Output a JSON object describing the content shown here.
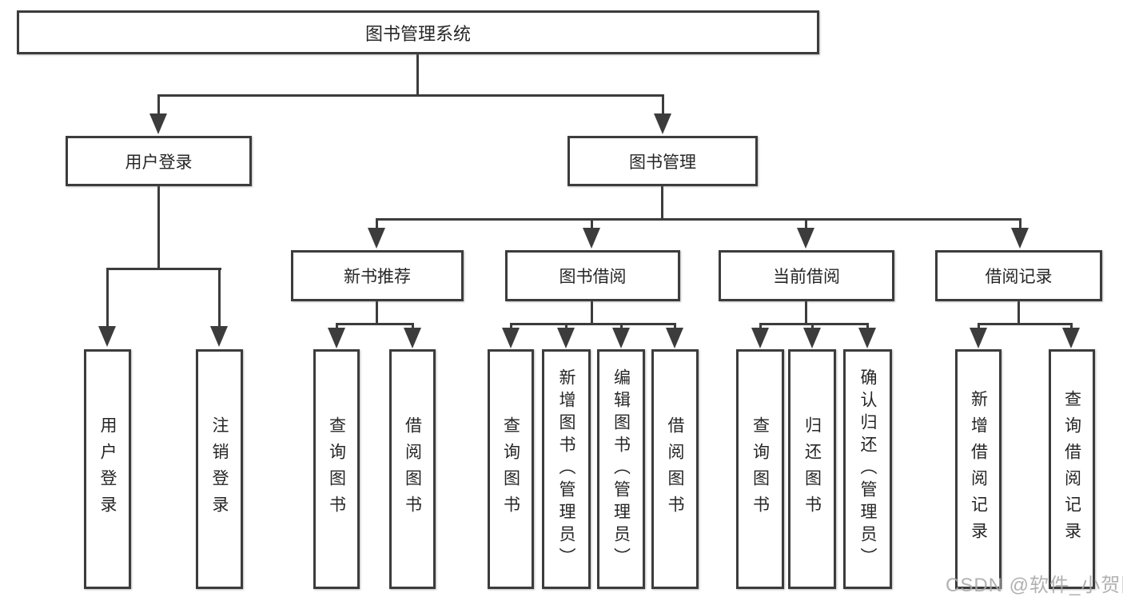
{
  "diagram": {
    "title_node": "图书管理系统",
    "level2": [
      {
        "label": "用户登录"
      },
      {
        "label": "图书管理"
      }
    ],
    "level3": [
      {
        "label": "新书推荐"
      },
      {
        "label": "图书借阅"
      },
      {
        "label": "当前借阅"
      },
      {
        "label": "借阅记录"
      }
    ],
    "leaves": [
      {
        "label": "用户登录"
      },
      {
        "label": "注销登录"
      },
      {
        "label": "查询图书"
      },
      {
        "label": "借阅图书"
      },
      {
        "label": "查询图书"
      },
      {
        "label": "新增图书（管理员）"
      },
      {
        "label": "编辑图书（管理员）"
      },
      {
        "label": "借阅图书"
      },
      {
        "label": "查询图书"
      },
      {
        "label": "归还图书"
      },
      {
        "label": "确认归还（管理员）"
      },
      {
        "label": "新增借阅记录"
      },
      {
        "label": "查询借阅记录"
      }
    ]
  },
  "watermark": {
    "text": "CSDN @软件_小贺同学"
  },
  "colors": {
    "line": "#3c3c3c",
    "box_border": "#3c3c3c",
    "box_fill": "#ffffff",
    "text": "#262626",
    "watermark": "#a9a9a9",
    "background": "#ffffff"
  }
}
